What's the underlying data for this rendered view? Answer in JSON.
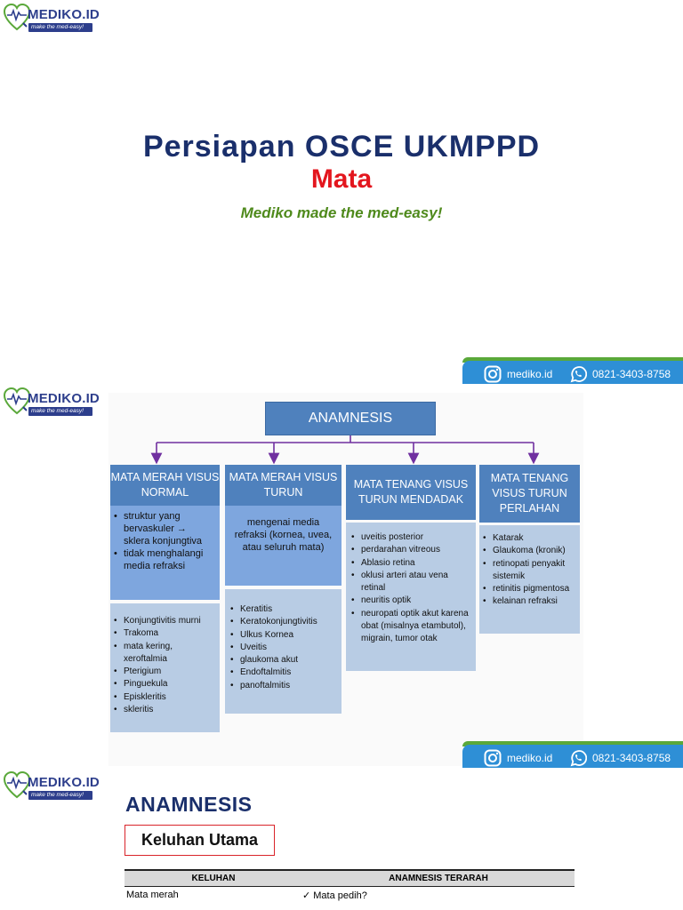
{
  "brand": {
    "name": "MEDIKO.ID",
    "tagline": "make the med-easy!"
  },
  "contact": {
    "instagram": "mediko.id",
    "whatsapp": "0821-3403-8758"
  },
  "slide1": {
    "title": "Persiapan OSCE UKMPPD",
    "subtitle": "Mata",
    "tagline": "Mediko made the med-easy!"
  },
  "slide2": {
    "root": "ANAMNESIS",
    "columns": [
      {
        "header": "MATA MERAH VISUS NORMAL",
        "features": [
          "struktur yang bervaskuler → sklera konjungtiva",
          "tidak menghalangi media refraksi"
        ],
        "diseases": [
          "Konjungtivitis murni",
          "Trakoma",
          "mata kering, xeroftalmia",
          "Pterigium",
          "Pinguekula",
          "Episkleritis",
          "skleritis"
        ]
      },
      {
        "header": "MATA MERAH VISUS TURUN",
        "feature_text": "mengenai media refraksi (kornea, uvea, atau seluruh mata)",
        "diseases": [
          "Keratitis",
          "Keratokonjungtivitis",
          "Ulkus Kornea",
          "Uveitis",
          "glaukoma akut",
          "Endoftalmitis",
          "panoftalmitis"
        ]
      },
      {
        "header": "MATA TENANG VISUS TURUN MENDADAK",
        "diseases": [
          "uveitis posterior",
          "perdarahan vitreous",
          "Ablasio retina",
          "oklusi arteri atau vena retinal",
          "neuritis optik",
          "neuropati optik akut karena obat (misalnya etambutol), migrain, tumor otak"
        ]
      },
      {
        "header": "MATA TENANG VISUS TURUN PERLAHAN",
        "diseases": [
          "Katarak",
          "Glaukoma (kronik)",
          "retinopati penyakit sistemik",
          "retinitis pigmentosa",
          "kelainan refraksi"
        ]
      }
    ]
  },
  "slide3": {
    "title": "ANAMNESIS",
    "section": "Keluhan Utama",
    "table": {
      "headers": [
        "KELUHAN",
        "ANAMNESIS TERARAH"
      ],
      "rows": [
        {
          "keluhan": "Mata merah",
          "anamnesis": "✓  Mata pedih?"
        }
      ]
    }
  },
  "colors": {
    "navy": "#1a2f6b",
    "red": "#e3161e",
    "green": "#4f8a1c",
    "box_blue": "#4f81bd",
    "sub_blue": "#7ea6de",
    "list_blue": "#b8cce4",
    "arrow_purple": "#7030a0",
    "contact_blue": "#2e8fd6",
    "contact_green": "#5aa83a"
  },
  "icons": [
    "logo-eye-heart-icon",
    "instagram-icon",
    "whatsapp-icon",
    "check-icon"
  ]
}
